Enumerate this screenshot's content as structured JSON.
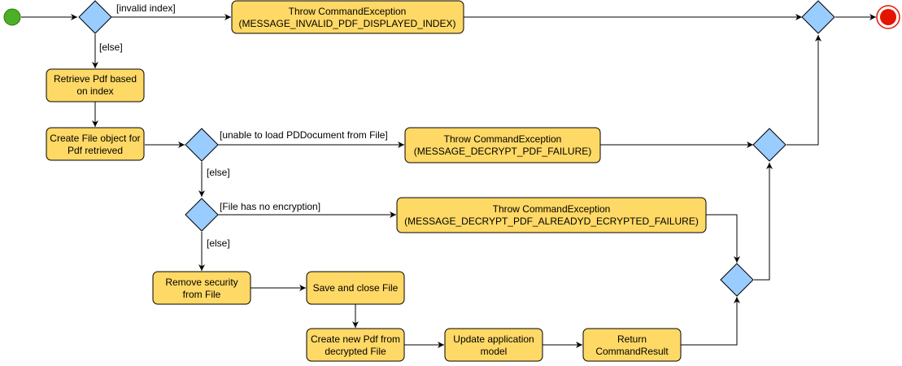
{
  "colors": {
    "action_fill": "#FFD966",
    "decision_fill": "#99CCFF",
    "start_fill": "#4CAF28",
    "end_fill": "#E51400"
  },
  "actions": {
    "throw_invalid": [
      "Throw CommandException",
      "(MESSAGE_INVALID_PDF_DISPLAYED_INDEX)"
    ],
    "retrieve_pdf": [
      "Retrieve Pdf based",
      "on index"
    ],
    "create_file": [
      "Create File object for",
      "Pdf retrieved"
    ],
    "throw_decrypt": [
      "Throw CommandException",
      "(MESSAGE_DECRYPT_PDF_FAILURE)"
    ],
    "throw_already": [
      "Throw CommandException",
      "(MESSAGE_DECRYPT_PDF_ALREADYD_ECRYPTED_FAILURE)"
    ],
    "remove_security": [
      "Remove security",
      "from File"
    ],
    "save_close": [
      "Save and close File"
    ],
    "create_new_pdf": [
      "Create new Pdf from",
      "decrypted File"
    ],
    "update_model": [
      "Update application",
      "model"
    ],
    "return_result": [
      "Return",
      "CommandResult"
    ]
  },
  "guards": {
    "invalid_index": "[invalid index]",
    "else_1": "[else]",
    "unable_to_load": "[unable to load PDDocument from File]",
    "else_2": "[else]",
    "no_encryption": "[File has no encryption]",
    "else_3": "[else]"
  }
}
